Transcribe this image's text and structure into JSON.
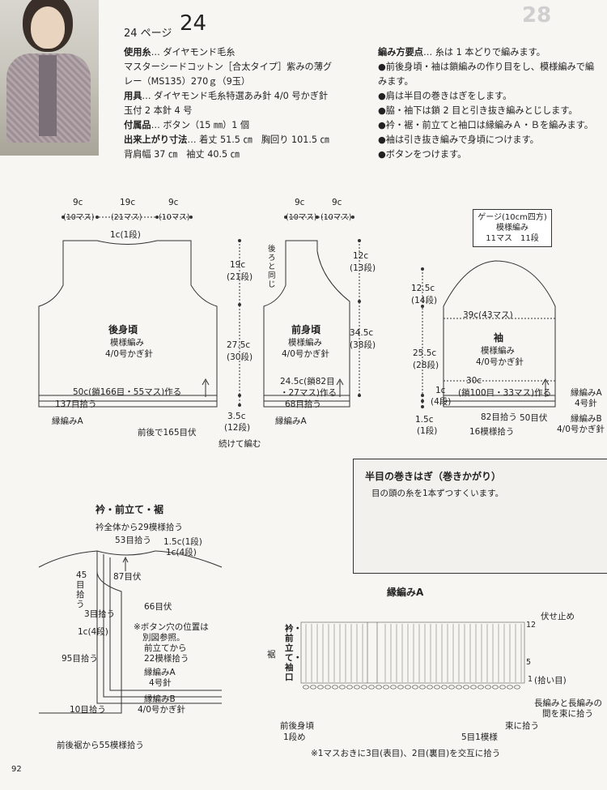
{
  "header": {
    "page_label": "24 ページ",
    "page_number": "24",
    "corner_number": "28"
  },
  "materials": {
    "yarn_label": "使用糸",
    "yarn_value": "… ダイヤモンド毛糸",
    "yarn_line2": "マスターシードコットン［合太タイプ］紫みの薄グ",
    "yarn_line3": "レー（MS135）270ｇ（9玉）",
    "tools_label": "用具",
    "tools_value": "… ダイヤモンド毛糸特選あみ針 4/0 号かぎ針",
    "tools_line2": "玉付 2 本針 4 号",
    "acc_label": "付属品",
    "acc_value": "… ボタン（15 ㎜）1 個",
    "size_label": "出来上がり寸法",
    "size_value": "… 着丈 51.5 ㎝　胸回り 101.5 ㎝",
    "size_line2": "背肩幅 37 ㎝　袖丈 40.5 ㎝"
  },
  "points": {
    "heading": "編み方要点",
    "intro": "… 糸は 1 本どりで編みます。",
    "items": [
      "●前後身頃・袖は鎖編みの作り目をし、模様編みで編",
      "みます。",
      "●肩は半目の巻きはぎをします。",
      "●脇・袖下は鎖 2 目と引き抜き編みとじします。",
      "●衿・裾・前立てと袖口は縁編みＡ・Ｂを編みます。",
      "●袖は引き抜き編みで身頃につけます。",
      "●ボタンをつけます。"
    ]
  },
  "back": {
    "dims": [
      {
        "cm": "9c",
        "sts": "(10マス)"
      },
      {
        "cm": "19c",
        "sts": "(21マス)"
      },
      {
        "cm": "9c",
        "sts": "(10マス)"
      }
    ],
    "neck": "1c(1段)",
    "title": "後身頃",
    "pattern": "模様編み",
    "hook": "4/0号かぎ針",
    "start": "50c(鎖166目・55マス)作る",
    "pickup": "137目拾う",
    "edging": "縁編みA",
    "bind": "前後で165目伏",
    "armhole": "19c",
    "armhole_rows": "(21段)",
    "side": "27.5c",
    "side_rows": "(30段)",
    "hem": "3.5c",
    "hem_rows": "(12段)",
    "continue": "続けて編む"
  },
  "front": {
    "dims": [
      {
        "cm": "9c",
        "sts": "(10マス)"
      },
      {
        "cm": "9c",
        "sts": "(10マス)"
      }
    ],
    "same_note": "後ろと同じ",
    "title": "前身頃",
    "pattern": "模様編み",
    "hook": "4/0号かぎ針",
    "start": "24.5c(鎖82目",
    "start2": "・27マス)作る",
    "pickup": "68目拾う",
    "edging": "縁編みA",
    "neck_depth": "12c",
    "neck_rows": "(13段)",
    "length": "34.5c",
    "length_rows": "(38段)"
  },
  "gauge": {
    "title": "ゲージ(10cm四方)",
    "pattern": "模様編み",
    "value": "11マス　11段"
  },
  "sleeve": {
    "cap": "12.5c",
    "cap_rows": "(14段)",
    "width": "39c(43マス)",
    "title": "袖",
    "pattern": "模様編み",
    "hook": "4/0号かぎ針",
    "length": "25.5c",
    "length_rows": "(28段)",
    "cuff": "30c",
    "cuff_start": "(鎖100目・33マス)作る",
    "c1": "1c",
    "c1_rows": "(4段)",
    "c15": "1.5c",
    "c15_rows": "(1段)",
    "pickup": "82目拾う",
    "pattern_pickup": "16模様拾う",
    "bind": "50目伏",
    "edgeA": "縁編みA",
    "needleA": "4号針",
    "edgeB": "縁編みB",
    "needleB": "4/0号かぎ針"
  },
  "seam": {
    "title": "半目の巻きはぎ（巻きかがり）",
    "desc": "目の頭の糸を1本ずつすくいます。"
  },
  "collar": {
    "title": "衿・前立て・裾",
    "from_all": "衿全体から29模様拾う",
    "pick53": "53目拾う",
    "c15": "1.5c(1段)",
    "c1": "1c(4段)",
    "bind87": "87目伏",
    "pick45": "45目拾う",
    "bind66": "66目伏",
    "pick3": "3目拾う",
    "button": "※ボタン穴の位置は",
    "button2": "別図参照。",
    "c1b": "1c(4段)",
    "front_from": "前立てから",
    "front22": "22模様拾う",
    "pick95": "95目拾う",
    "edgeA": "縁編みA",
    "needleA": "4号針",
    "edgeB": "縁編みB",
    "needleB": "4/0号かぎ針",
    "pick10": "10目拾う",
    "hem55": "前後裾から55模様拾う"
  },
  "edging_chart": {
    "title": "縁編みA",
    "bind_off": "伏せ止め",
    "row12": "12",
    "row5": "5",
    "row1": "1",
    "pickup": "(拾い目)",
    "side_hem": "裾",
    "side_label": "衿・前立て・袖口",
    "body_label": "前後身頃",
    "body_row": "1段め",
    "pattern_note": "5目1模様",
    "between": "長編みと長編みの",
    "between2": "間を束に拾う",
    "bundle": "束に拾う",
    "footnote": "※1マスおきに3目(表目)、2目(裏目)を交互に拾う"
  },
  "footer": {
    "page": "92"
  }
}
